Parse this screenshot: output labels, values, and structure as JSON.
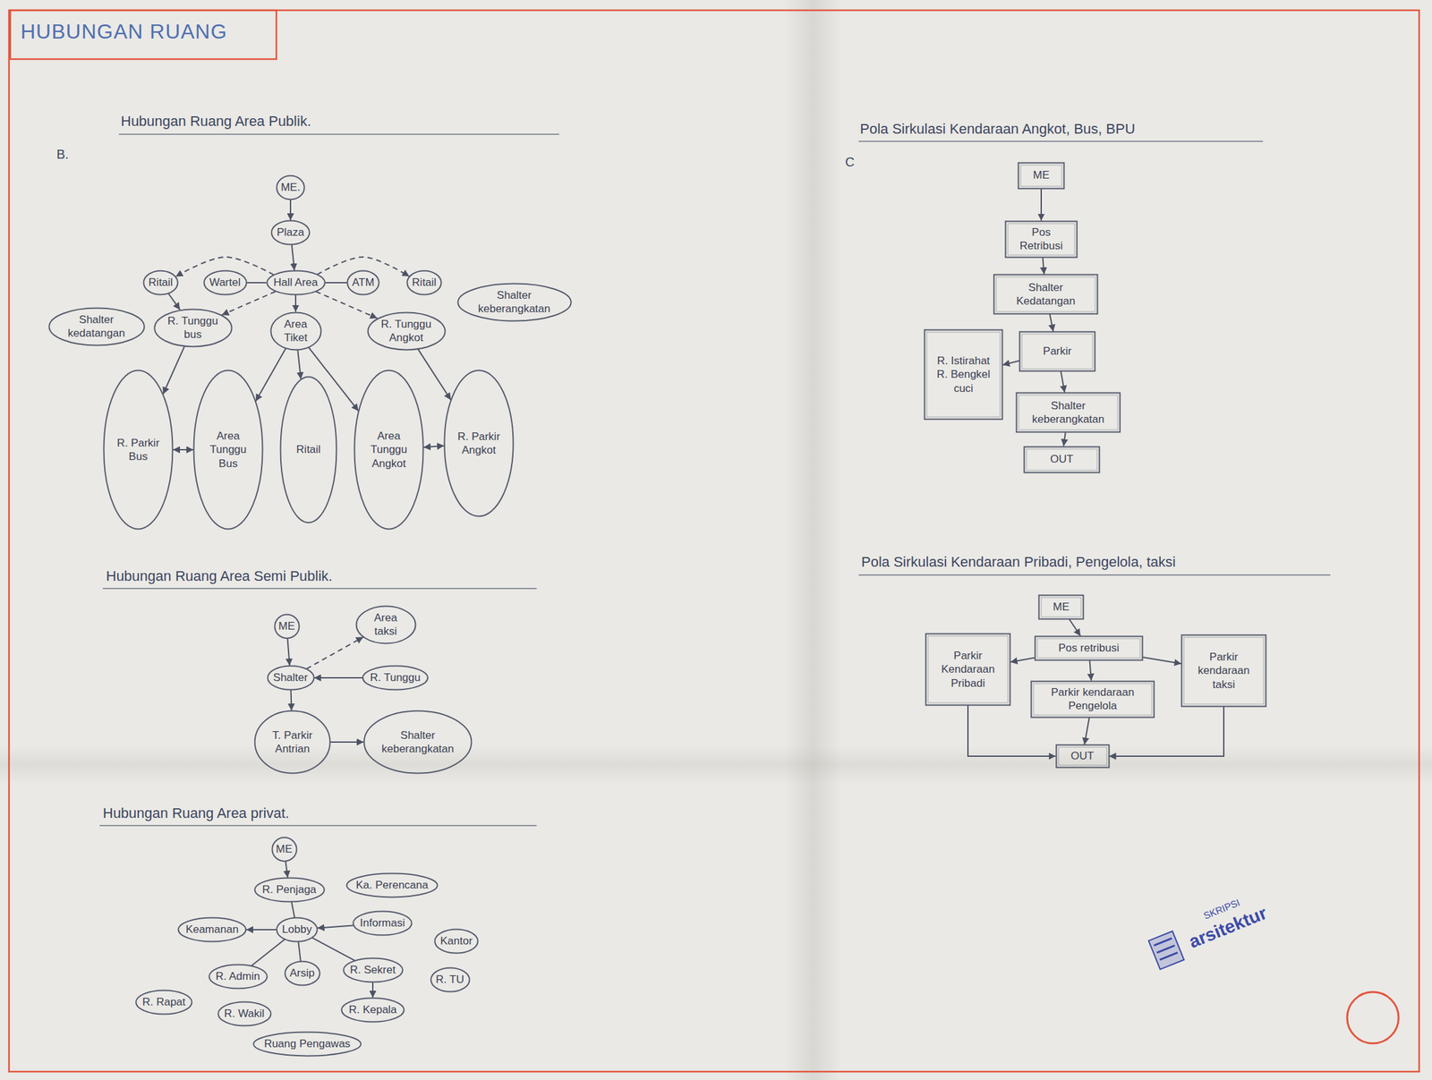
{
  "diagram": {
    "title": "HUBUNGAN RUANG",
    "nodes": [
      {
        "text": [
          "ME."
        ]
      },
      {
        "text": [
          "Plaza"
        ]
      },
      {
        "text": [
          "Ritail"
        ]
      },
      {
        "text": [
          "Wartel"
        ]
      },
      {
        "text": [
          "Hall Area"
        ]
      },
      {
        "text": [
          "ATM"
        ]
      },
      {
        "text": [
          "Ritail"
        ]
      },
      {
        "text": [
          "Shalter kedatangan"
        ]
      },
      {
        "text": [
          "R. Tunggu bus"
        ]
      },
      {
        "text": [
          "Area Tiket"
        ]
      },
      {
        "text": [
          "R. Tunggu Angkot"
        ]
      },
      {
        "text": [
          "Shalter keberangkatan"
        ]
      },
      {
        "text": [
          "R. Parkir Bus"
        ]
      },
      {
        "text": [
          "Area Tunggu Bus"
        ]
      },
      {
        "text": [
          "Ritail"
        ]
      },
      {
        "text": [
          "Area Tunggu Angkot"
        ]
      },
      {
        "text": [
          "R. Parkir Angkot"
        ]
      },
      {
        "text": [
          "ME"
        ]
      },
      {
        "text": [
          "Area taksi"
        ]
      },
      {
        "text": [
          "Shalter"
        ]
      },
      {
        "text": [
          "R. Tunggu"
        ]
      },
      {
        "text": [
          "T. Parkir Antrian"
        ]
      },
      {
        "text": [
          "Shalter keberangkatan"
        ]
      },
      {
        "text": [
          "ME"
        ]
      },
      {
        "text": [
          "R. Penjaga"
        ]
      },
      {
        "text": [
          "Ka. Perencana"
        ]
      },
      {
        "text": [
          "Keamanan"
        ]
      },
      {
        "text": [
          "Lobby"
        ]
      },
      {
        "text": [
          "Informasi"
        ]
      },
      {
        "text": [
          "Kantor"
        ]
      },
      {
        "text": [
          "R. Admin"
        ]
      },
      {
        "text": [
          "Arsip"
        ]
      },
      {
        "text": [
          "R. Sekret"
        ]
      },
      {
        "text": [
          "R. TU"
        ]
      },
      {
        "text": [
          "R. Rapat"
        ]
      },
      {
        "text": [
          "R. Wakil"
        ]
      },
      {
        "text": [
          "R. Kepala"
        ]
      },
      {
        "text": [
          "Ruang Pengawas"
        ]
      },
      {
        "text": [
          "ME"
        ]
      },
      {
        "text": [
          "Pos Retribusi"
        ]
      },
      {
        "text": [
          "Shalter Kedatangan"
        ]
      },
      {
        "text": [
          "Parkir"
        ]
      },
      {
        "text": [
          "R. Istirahat R. Bengkel cuci"
        ]
      },
      {
        "text": [
          "Shalter keberangkatan"
        ]
      },
      {
        "text": [
          "OUT"
        ]
      },
      {
        "text": [
          "ME"
        ]
      },
      {
        "text": [
          "Parkir Kendaraan Pribadi"
        ]
      },
      {
        "text": [
          "Pos retribusi"
        ]
      },
      {
        "text": [
          "Parkir kendaraan taksi"
        ]
      },
      {
        "text": [
          "Parkir kendaraan Pengelola"
        ]
      },
      {
        "text": [
          "OUT"
        ]
      }
    ],
    "edges": [
      {
        "from": 0,
        "to": 1,
        "arrow": "to"
      },
      {
        "from": 1,
        "to": 4,
        "arrow": "to"
      },
      {
        "from": 4,
        "to": 2,
        "arrow": "to"
      },
      {
        "from": 4,
        "to": 3,
        "arrow": "none"
      },
      {
        "from": 4,
        "to": 5,
        "arrow": "none"
      },
      {
        "from": 4,
        "to": 6,
        "arrow": "to"
      },
      {
        "from": 4,
        "to": 8,
        "arrow": "to"
      },
      {
        "from": 4,
        "to": 9,
        "arrow": "to"
      },
      {
        "from": 4,
        "to": 10,
        "arrow": "to"
      },
      {
        "from": 2,
        "to": 8,
        "arrow": "to"
      },
      {
        "from": 8,
        "to": 12,
        "arrow": "to"
      },
      {
        "from": 9,
        "to": 13,
        "arrow": "to"
      },
      {
        "from": 9,
        "to": 14,
        "arrow": "to"
      },
      {
        "from": 9,
        "to": 15,
        "arrow": "to"
      },
      {
        "from": 10,
        "to": 16,
        "arrow": "to"
      },
      {
        "from": 12,
        "to": 13,
        "arrow": "both"
      },
      {
        "from": 15,
        "to": 16,
        "arrow": "both"
      },
      {
        "from": 17,
        "to": 19,
        "arrow": "to"
      },
      {
        "from": 19,
        "to": 18,
        "arrow": "to"
      },
      {
        "from": 20,
        "to": 19,
        "arrow": "to"
      },
      {
        "from": 19,
        "to": 21,
        "arrow": "to"
      },
      {
        "from": 21,
        "to": 22,
        "arrow": "to"
      },
      {
        "from": 23,
        "to": 24,
        "arrow": "to"
      },
      {
        "from": 24,
        "to": 27,
        "arrow": "none"
      },
      {
        "from": 27,
        "to": 26,
        "arrow": "to"
      },
      {
        "from": 28,
        "to": 27,
        "arrow": "to"
      },
      {
        "from": 27,
        "to": 30,
        "arrow": "none"
      },
      {
        "from": 27,
        "to": 31,
        "arrow": "none"
      },
      {
        "from": 27,
        "to": 32,
        "arrow": "none"
      },
      {
        "from": 32,
        "to": 36,
        "arrow": "to"
      },
      {
        "from": 38,
        "to": 39,
        "arrow": "to"
      },
      {
        "from": 39,
        "to": 40,
        "arrow": "to"
      },
      {
        "from": 40,
        "to": 41,
        "arrow": "to"
      },
      {
        "from": 41,
        "to": 42,
        "arrow": "to"
      },
      {
        "from": 41,
        "to": 43,
        "arrow": "to"
      },
      {
        "from": 43,
        "to": 44,
        "arrow": "to"
      },
      {
        "from": 45,
        "to": 47,
        "arrow": "to"
      },
      {
        "from": 47,
        "to": 46,
        "arrow": "to"
      },
      {
        "from": 47,
        "to": 48,
        "arrow": "to"
      },
      {
        "from": 47,
        "to": 49,
        "arrow": "to"
      },
      {
        "from": 46,
        "to": 50,
        "arrow": "to"
      },
      {
        "from": 49,
        "to": 50,
        "arrow": "to"
      },
      {
        "from": 48,
        "to": 50,
        "arrow": "to"
      }
    ],
    "labels": [
      "Hubungan Ruang Area Publik.",
      "B.",
      "Hubungan Ruang Area Semi Publik.",
      "Hubungan Ruang Area privat.",
      "Pola Sirkulasi Kendaraan Angkot, Bus, BPU",
      "C",
      "Pola Sirkulasi Kendaraan Pribadi, Pengelola, taksi",
      "SKRIPSI",
      "arsitektur"
    ]
  }
}
